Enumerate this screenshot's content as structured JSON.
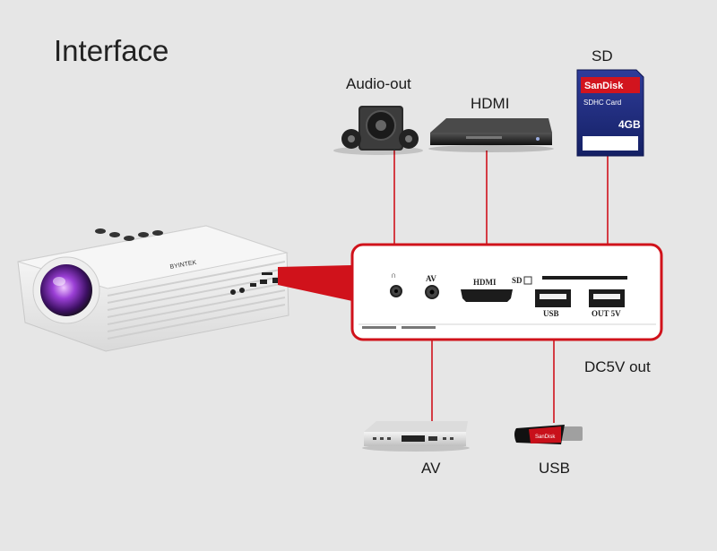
{
  "title": "Interface",
  "labels": {
    "audio_out": "Audio-out",
    "hdmi": "HDMI",
    "sd": "SD",
    "dc5v_out": "DC5V out",
    "av": "AV",
    "usb": "USB"
  },
  "panel_labels": {
    "hdmi": "HDMI",
    "av": "AV",
    "sd": "SD",
    "usb": "USB",
    "out5v": "OUT 5V"
  },
  "sd_card": {
    "brand": "SanDisk",
    "type": "SDHC Card",
    "capacity": "4GB"
  },
  "flash_drive_brand": "SanDisk",
  "projector_brand": "BYINTEK",
  "colors": {
    "background": "#e6e6e6",
    "accent_red": "#d0121b",
    "panel": "#ffffff",
    "port_black": "#1c1c1c"
  }
}
